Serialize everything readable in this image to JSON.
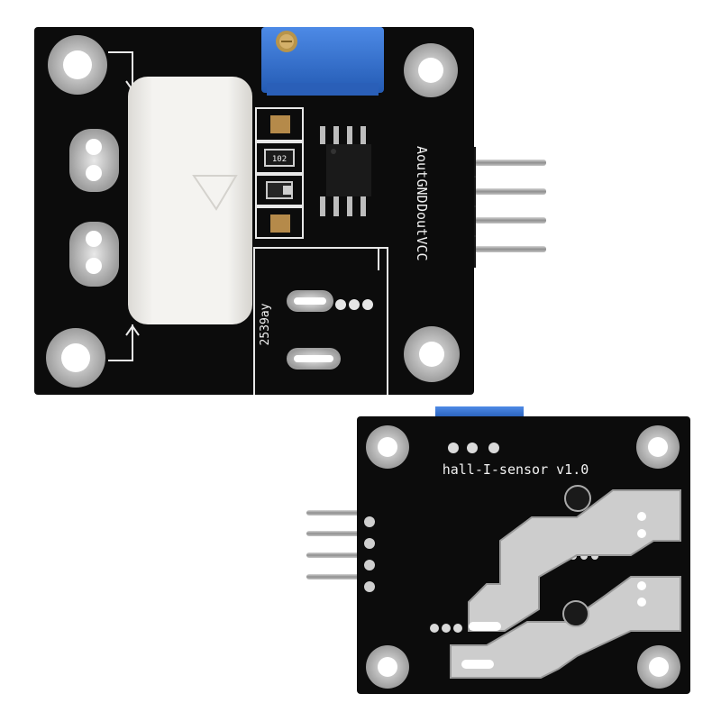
{
  "image": {
    "subject": "Hall effect current sensor module boards (front and back)",
    "colors": {
      "background": "#ffffff",
      "pcb": "#0c0c0c",
      "silkscreen": "#f2f2f2",
      "pad": "#c9c9c9",
      "sensor_body": "#f0efec",
      "potentiometer": "#2f6fd0",
      "pin_metal": "#a8a8a8"
    }
  },
  "front_board": {
    "pin_labels": [
      "Aout",
      "GND",
      "Dout",
      "VCC"
    ],
    "resistor_marking": "102",
    "board_marking": "2539ay"
  },
  "back_board": {
    "title_marking": "hall-I-sensor  v1.0"
  }
}
